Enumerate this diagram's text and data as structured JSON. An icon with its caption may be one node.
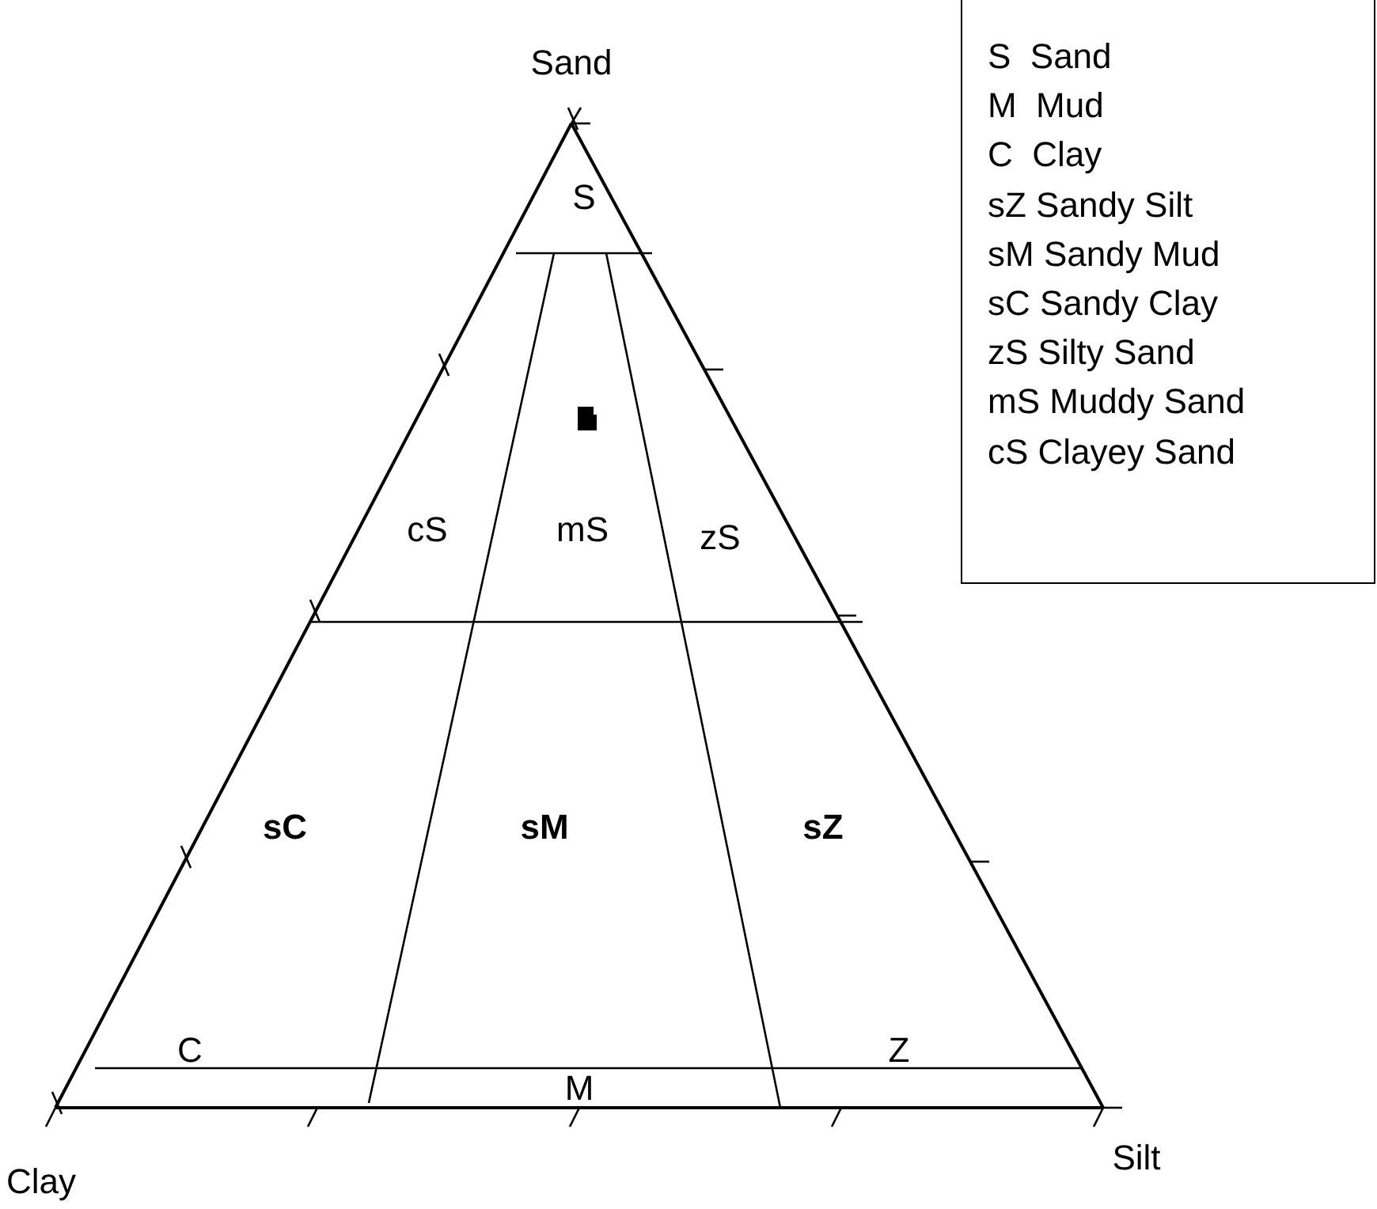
{
  "diagram": {
    "labels": [
      "Sand",
      "S",
      "cS",
      "mS",
      "zS",
      "sC",
      "sM",
      "sZ",
      "C",
      "M",
      "Z",
      "Clay",
      "Silt"
    ],
    "legend": [
      {
        "text": "S  Sand"
      },
      {
        "text": "M  Mud"
      },
      {
        "text": "C  Clay"
      },
      {
        "text": "sZ Sandy Silt"
      },
      {
        "text": "sM Sandy Mud"
      },
      {
        "text": "sC Sandy Clay"
      },
      {
        "text": "zS Silty Sand"
      },
      {
        "text": "mS Muddy Sand"
      },
      {
        "text": "cS Clayey Sand"
      }
    ]
  }
}
